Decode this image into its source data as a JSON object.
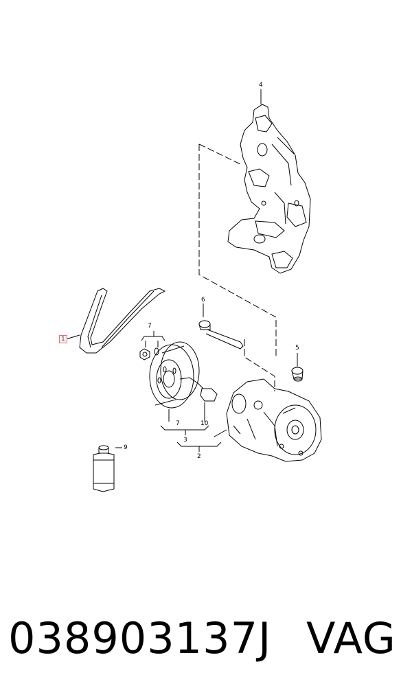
{
  "diagram": {
    "callouts": [
      {
        "id": "c1",
        "text": "1",
        "highlighted": true
      },
      {
        "id": "c2",
        "text": "2"
      },
      {
        "id": "c3",
        "text": "3"
      },
      {
        "id": "c4",
        "text": "4"
      },
      {
        "id": "c5",
        "text": "5"
      },
      {
        "id": "c6",
        "text": "6"
      },
      {
        "id": "c7a",
        "text": "7"
      },
      {
        "id": "c7b",
        "text": "7"
      },
      {
        "id": "c9",
        "text": "9"
      },
      {
        "id": "c10",
        "text": "10"
      }
    ],
    "highlight_color": "#e0707a"
  },
  "footer": {
    "part_number": "038903137J",
    "brand": "VAG"
  }
}
